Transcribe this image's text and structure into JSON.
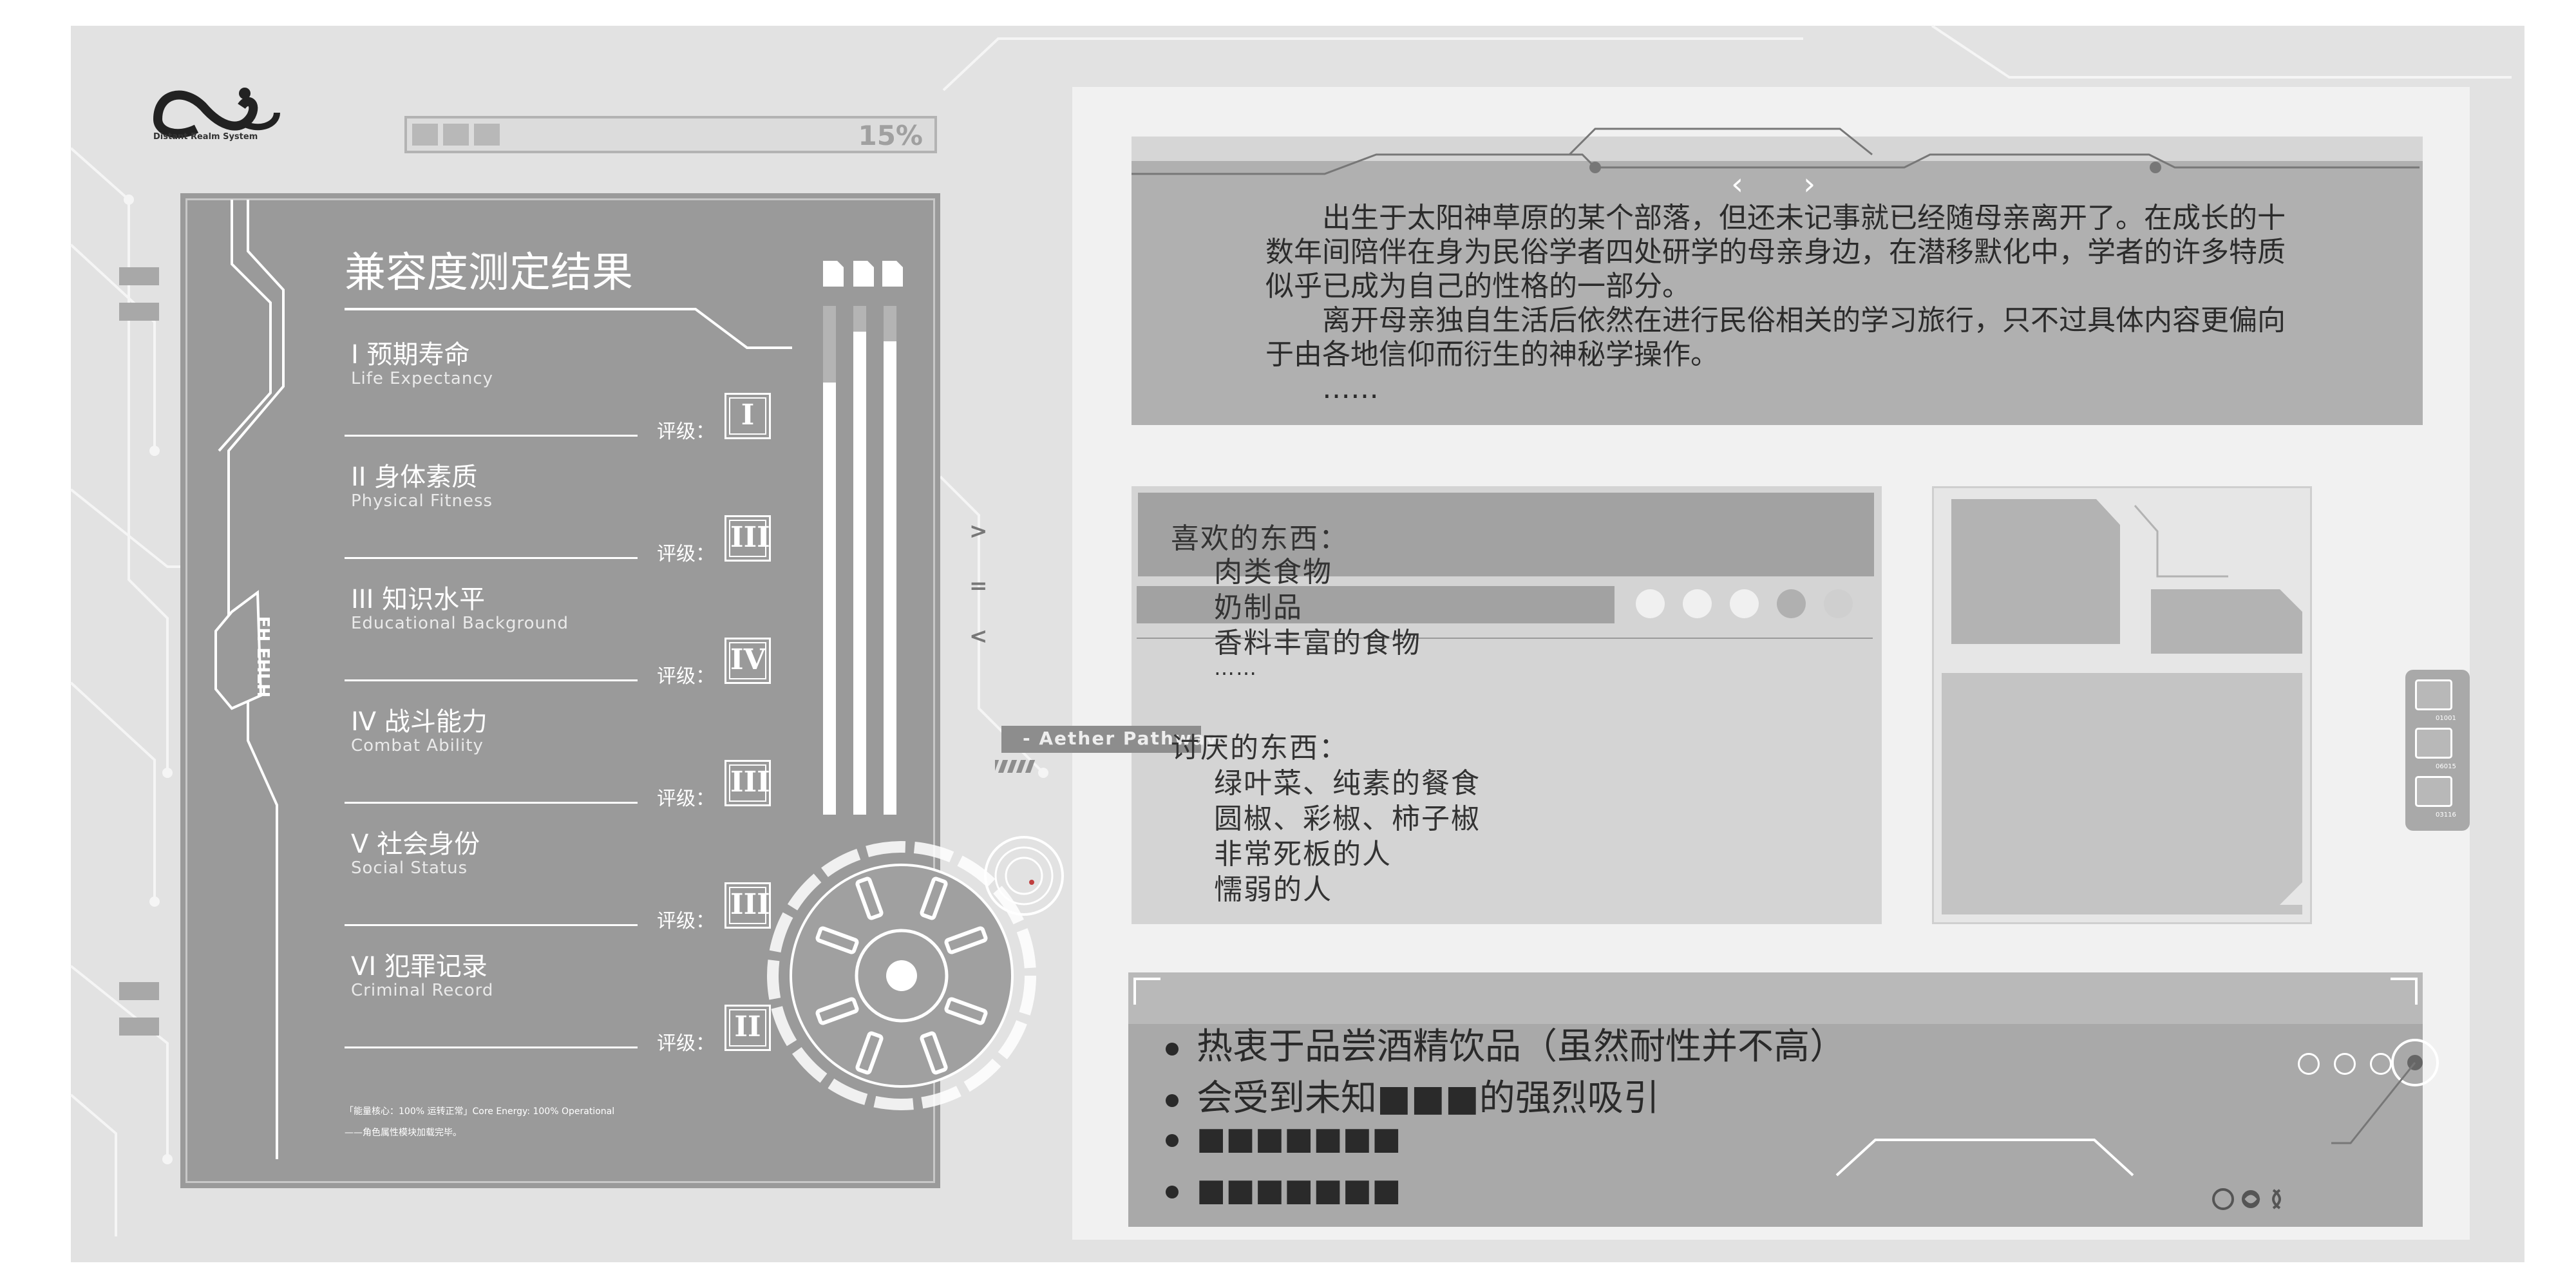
{
  "header": {
    "logo_text": "Distant Realm System",
    "progress_label": "15%",
    "progress_value": 0.15
  },
  "result_panel": {
    "title": "兼容度测定结果",
    "rating_prefix": "评级：",
    "attributes": [
      {
        "cn": "I 预期寿命",
        "en": "Life Expectancy",
        "rating": "I"
      },
      {
        "cn": "II 身体素质",
        "en": "Physical Fitness",
        "rating": "III"
      },
      {
        "cn": "III 知识水平",
        "en": "Educational Background",
        "rating": "IV"
      },
      {
        "cn": "IV 战斗能力",
        "en": "Combat Ability",
        "rating": "III"
      },
      {
        "cn": "V 社会身份",
        "en": "Social Status",
        "rating": "III"
      },
      {
        "cn": "VI 犯罪记录",
        "en": "Criminal Record",
        "rating": "II"
      }
    ],
    "footer_line1": "「能量核心：100% 运转正常」Core Energy: 100% Operational",
    "footer_line2": "——角色属性模块加载完毕。",
    "vertical_label": "EH EHLH",
    "bar_levels": [
      0.85,
      0.95,
      0.93
    ]
  },
  "aether_tag": "- Aether Pathway",
  "side_controls": [
    ">",
    "=",
    "<"
  ],
  "description": {
    "paragraphs": [
      "出生于太阳神草原的某个部落，但还未记事就已经随母亲离开了。在成长的十数年间陪伴在身为民俗学者四处研学的母亲身边，在潜移默化中，学者的许多特质似乎已成为自己的性格的一部分。",
      "离开母亲独自生活后依然在进行民俗相关的学习旅行，只不过具体内容更偏向于由各地信仰而衍生的神秘学操作。",
      "……"
    ]
  },
  "likes": {
    "title": "喜欢的东西：",
    "items": [
      "肉类食物",
      "奶制品",
      "香料丰富的食物",
      "……"
    ]
  },
  "dislikes": {
    "title": "讨厌的东西：",
    "items": [
      "绿叶菜、纯素的餐食",
      "圆椒、彩椒、柿子椒",
      "非常死板的人",
      "懦弱的人"
    ]
  },
  "traits": [
    "热衷于品尝酒精饮品（虽然耐性并不高）",
    "会受到未知■■■的强烈吸引",
    "■■■■■■■",
    "■■■■■■■"
  ],
  "database": {
    "labels": [
      "01001",
      "06015",
      "03116"
    ]
  },
  "colors": {
    "panel_dark": "#9a9a9a",
    "panel_light": "#e2e2e2",
    "text_white": "#ffffff",
    "text_dark": "#2b2b2b"
  }
}
